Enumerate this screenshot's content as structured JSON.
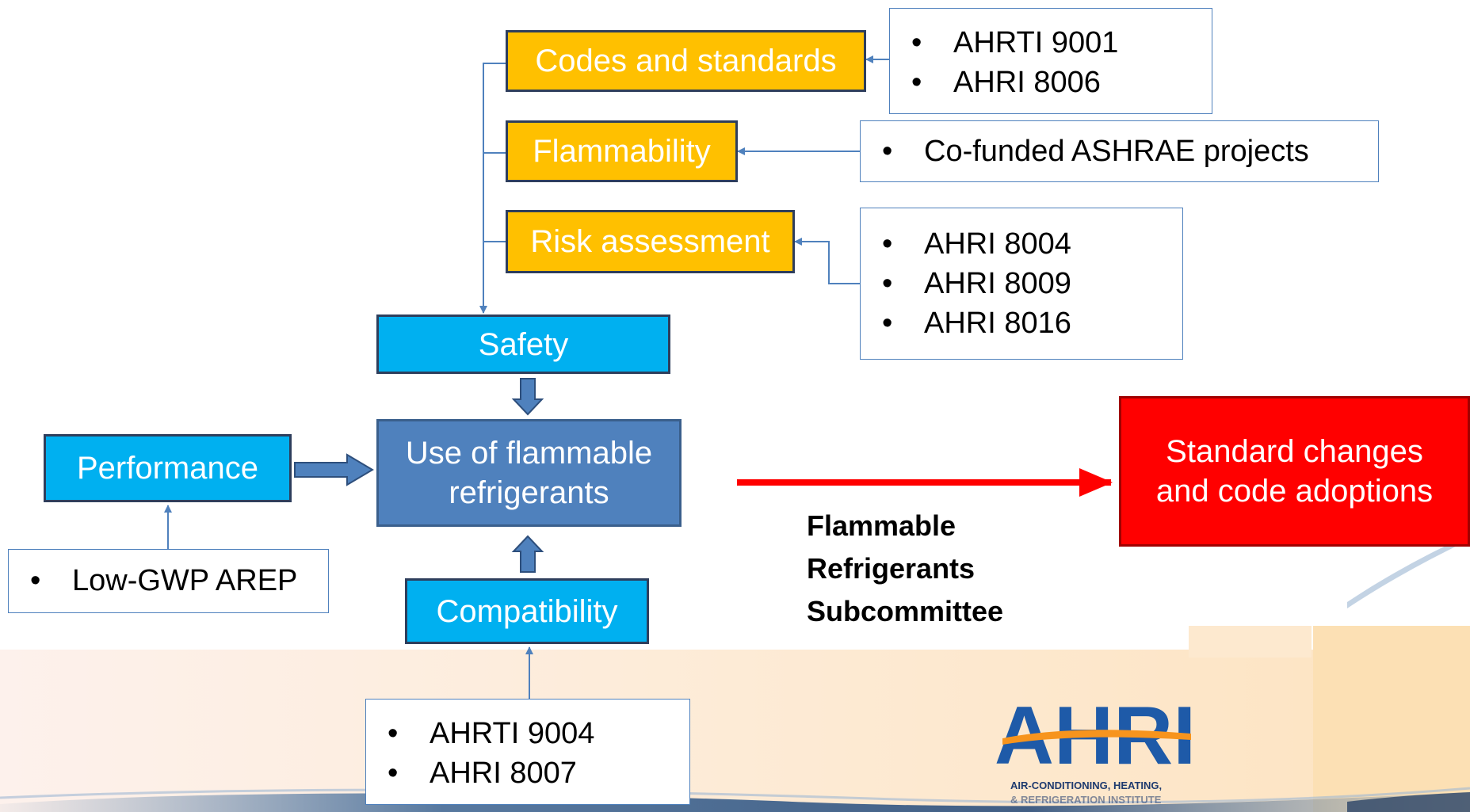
{
  "diagram": {
    "boxes": {
      "codes_and_standards": "Codes and standards",
      "flammability": "Flammability",
      "risk_assessment": "Risk assessment",
      "safety": "Safety",
      "performance": "Performance",
      "use_line1": "Use of flammable",
      "use_line2": "refrigerants",
      "compatibility": "Compatibility",
      "result_line1": "Standard changes",
      "result_line2": "and code adoptions"
    },
    "lists": {
      "codes_projects": [
        "AHRTI 9001",
        "AHRI 8006"
      ],
      "flammability_projects": [
        "Co-funded ASHRAE projects"
      ],
      "risk_projects": [
        "AHRI 8004",
        "AHRI 8009",
        "AHRI 8016"
      ],
      "performance_projects": [
        "Low-GWP AREP"
      ],
      "compatibility_projects": [
        "AHRTI 9004",
        "AHRI 8007"
      ]
    },
    "subcommittee": {
      "line1": "Flammable",
      "line2": "Refrigerants",
      "line3": "Subcommittee"
    }
  },
  "logo": {
    "name": "AHRI",
    "tagline1": "AIR-CONDITIONING, HEATING,",
    "tagline2": "& REFRIGERATION INSTITUTE"
  },
  "colors": {
    "orange": "#ffc000",
    "cyan": "#00b0f0",
    "steel": "#4f81bd",
    "red": "#ff0000",
    "connector": "#4f81bd",
    "logo_blue": "#1e5aa8",
    "logo_orange": "#f7941d"
  }
}
